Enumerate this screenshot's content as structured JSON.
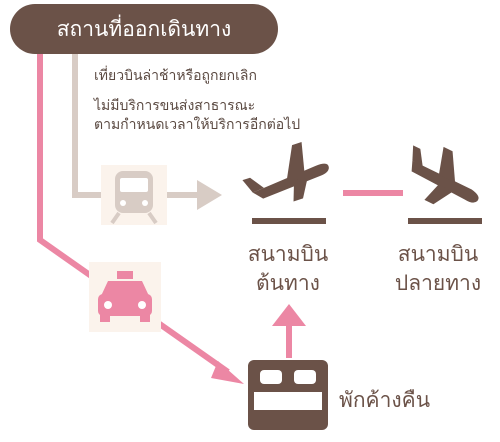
{
  "title": "สถานที่ออกเดินทาง",
  "notes": {
    "delay": "เที่ยวบินล่าช้าหรือถูกยกเลิก",
    "service_line1": "ไม่มีบริการขนส่งสาธารณะ",
    "service_line2": "ตามกำหนดเวลาให้บริการอีกต่อไป"
  },
  "nodes": {
    "origin_airport": {
      "line1": "สนามบิน",
      "line2": "ต้นทาง"
    },
    "destination_airport": {
      "line1": "สนามบิน",
      "line2": "ปลายทาง"
    },
    "hotel": "พักค้างคืน"
  },
  "icons": {
    "train": "train-icon",
    "taxi": "taxi-icon",
    "departure": "airplane-departure-icon",
    "arrival": "airplane-arrival-icon",
    "bed": "bed-icon"
  },
  "colors": {
    "brown": "#6b5248",
    "pink": "#ec87a4",
    "gray": "#d8ccc5",
    "icon_bg": "#fbf3ec"
  }
}
